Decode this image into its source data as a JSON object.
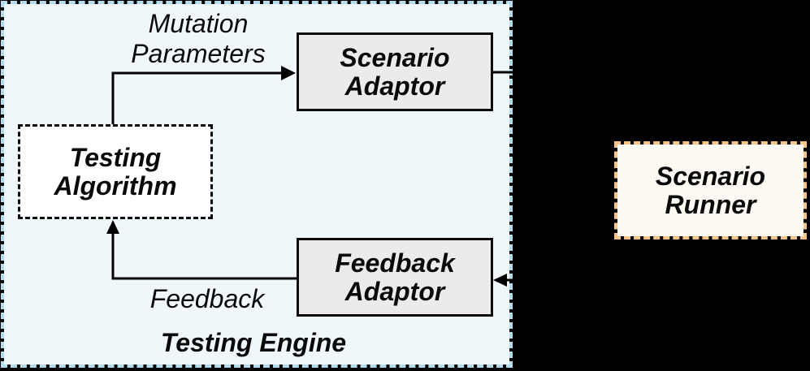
{
  "canvas": {
    "background": "#000000"
  },
  "diagram": {
    "container": {
      "id": "testing-engine",
      "label": "Testing Engine",
      "fill": "#EFF7FB",
      "border_color": "#B5DCEE",
      "border_style": "dashed"
    },
    "nodes": [
      {
        "id": "testing-algorithm",
        "lines": [
          "Testing",
          "Algorithm"
        ],
        "fill": "#FFFFFF",
        "border_color": "#0d0d0d",
        "border_style": "dashed"
      },
      {
        "id": "scenario-adaptor",
        "lines": [
          "Scenario",
          "Adaptor"
        ],
        "fill": "#EBEBEB",
        "border_color": "#0d0d0d",
        "border_style": "solid"
      },
      {
        "id": "feedback-adaptor",
        "lines": [
          "Feedback",
          "Adaptor"
        ],
        "fill": "#EBEBEB",
        "border_color": "#0d0d0d",
        "border_style": "solid"
      },
      {
        "id": "scenario-runner",
        "lines": [
          "Scenario",
          "Runner"
        ],
        "fill": "#FCFAF3",
        "border_color": "#F7C489",
        "border_style": "dashed"
      }
    ],
    "edges": [
      {
        "id": "mutation-parameters",
        "from": "testing-algorithm",
        "to": "scenario-adaptor",
        "label_lines": [
          "Mutation",
          "Parameters"
        ]
      },
      {
        "id": "feedback",
        "from": "feedback-adaptor",
        "to": "testing-algorithm",
        "label_lines": [
          "Feedback"
        ]
      },
      {
        "id": "scenario-adaptor-output",
        "from": "scenario-adaptor",
        "to": "scenario-runner",
        "label_lines": []
      },
      {
        "id": "scenario-runner-feedback",
        "from": "scenario-runner",
        "to": "feedback-adaptor",
        "label_lines": []
      }
    ],
    "arrow_color": "#000000"
  }
}
